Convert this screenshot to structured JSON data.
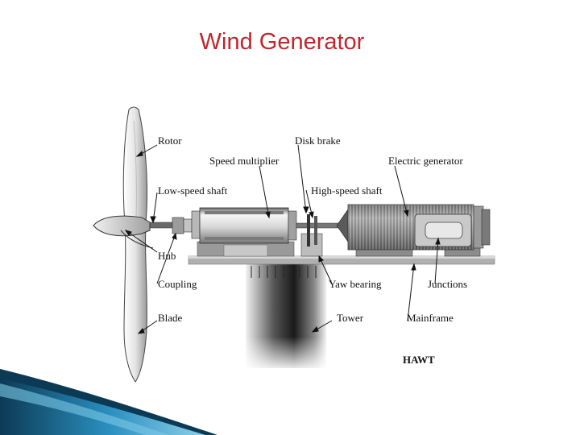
{
  "slide": {
    "title": "Wind Generator"
  },
  "labels": {
    "rotor": "Rotor",
    "disk_brake": "Disk brake",
    "speed_multiplier": "Speed multiplier",
    "electric_generator": "Electric generator",
    "low_speed_shaft": "Low-speed shaft",
    "high_speed_shaft": "High-speed shaft",
    "hub": "Hub",
    "coupling": "Coupling",
    "yaw_bearing": "Yaw bearing",
    "junctions": "Junctions",
    "blade": "Blade",
    "tower": "Tower",
    "mainframe": "Mainframe",
    "type": "HAWT"
  },
  "colors": {
    "title": "#c0272d",
    "accent_dark": "#0c3a55",
    "accent_light": "#5fb8dc"
  }
}
